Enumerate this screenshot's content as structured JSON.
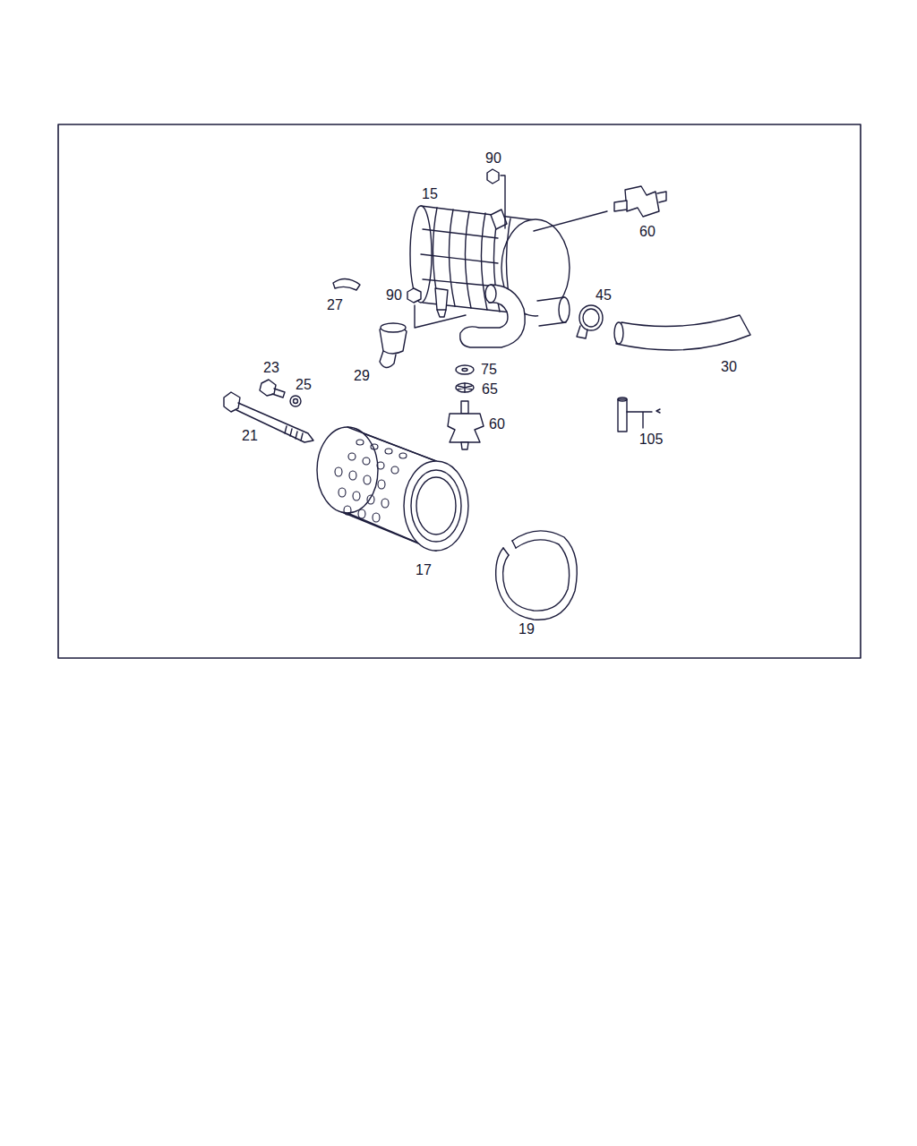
{
  "diagram": {
    "labels": [
      "90",
      "15",
      "60",
      "27",
      "90",
      "45",
      "29",
      "75",
      "30",
      "23",
      "25",
      "65",
      "60",
      "21",
      "105",
      "17",
      "19"
    ]
  }
}
